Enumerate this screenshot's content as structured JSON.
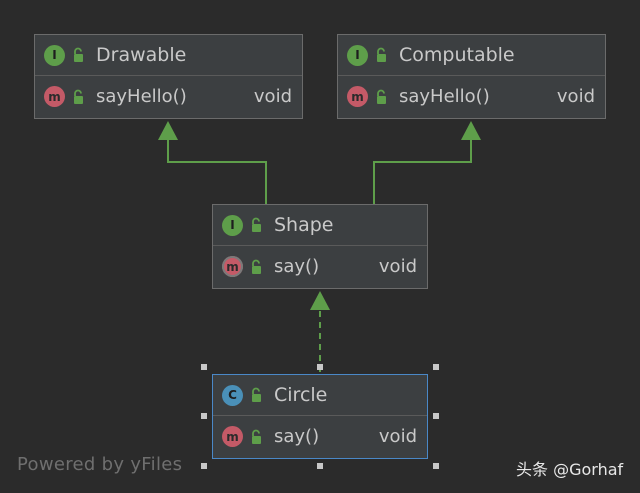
{
  "nodes": {
    "drawable": {
      "kind_badge": "I",
      "name": "Drawable",
      "method": "sayHello()",
      "return_type": "void",
      "method_badge": "m"
    },
    "computable": {
      "kind_badge": "I",
      "name": "Computable",
      "method": "sayHello()",
      "return_type": "void",
      "method_badge": "m"
    },
    "shape": {
      "kind_badge": "I",
      "name": "Shape",
      "method": "say()",
      "return_type": "void",
      "method_badge": "m"
    },
    "circle": {
      "kind_badge": "C",
      "name": "Circle",
      "method": "say()",
      "return_type": "void",
      "method_badge": "m"
    }
  },
  "edges": [
    {
      "from": "Shape",
      "to": "Drawable",
      "style": "solid",
      "relation": "extends"
    },
    {
      "from": "Shape",
      "to": "Computable",
      "style": "solid",
      "relation": "extends"
    },
    {
      "from": "Circle",
      "to": "Shape",
      "style": "dashed",
      "relation": "implements"
    }
  ],
  "selected_node": "Circle",
  "footer": {
    "watermark": "Powered by yFiles",
    "credit": "头条 @Gorhaf"
  },
  "colors": {
    "background": "#2b2b2b",
    "node_fill": "#3c3f41",
    "edge": "#5e9e4a",
    "interface_badge": "#5e9e4a",
    "class_badge": "#4a90b8",
    "method_badge": "#c45a67",
    "selection": "#4a88c7"
  },
  "icons": {
    "interface": "interface-icon",
    "class": "class-icon",
    "method": "method-icon",
    "visibility": "unlocked-padlock-icon"
  }
}
